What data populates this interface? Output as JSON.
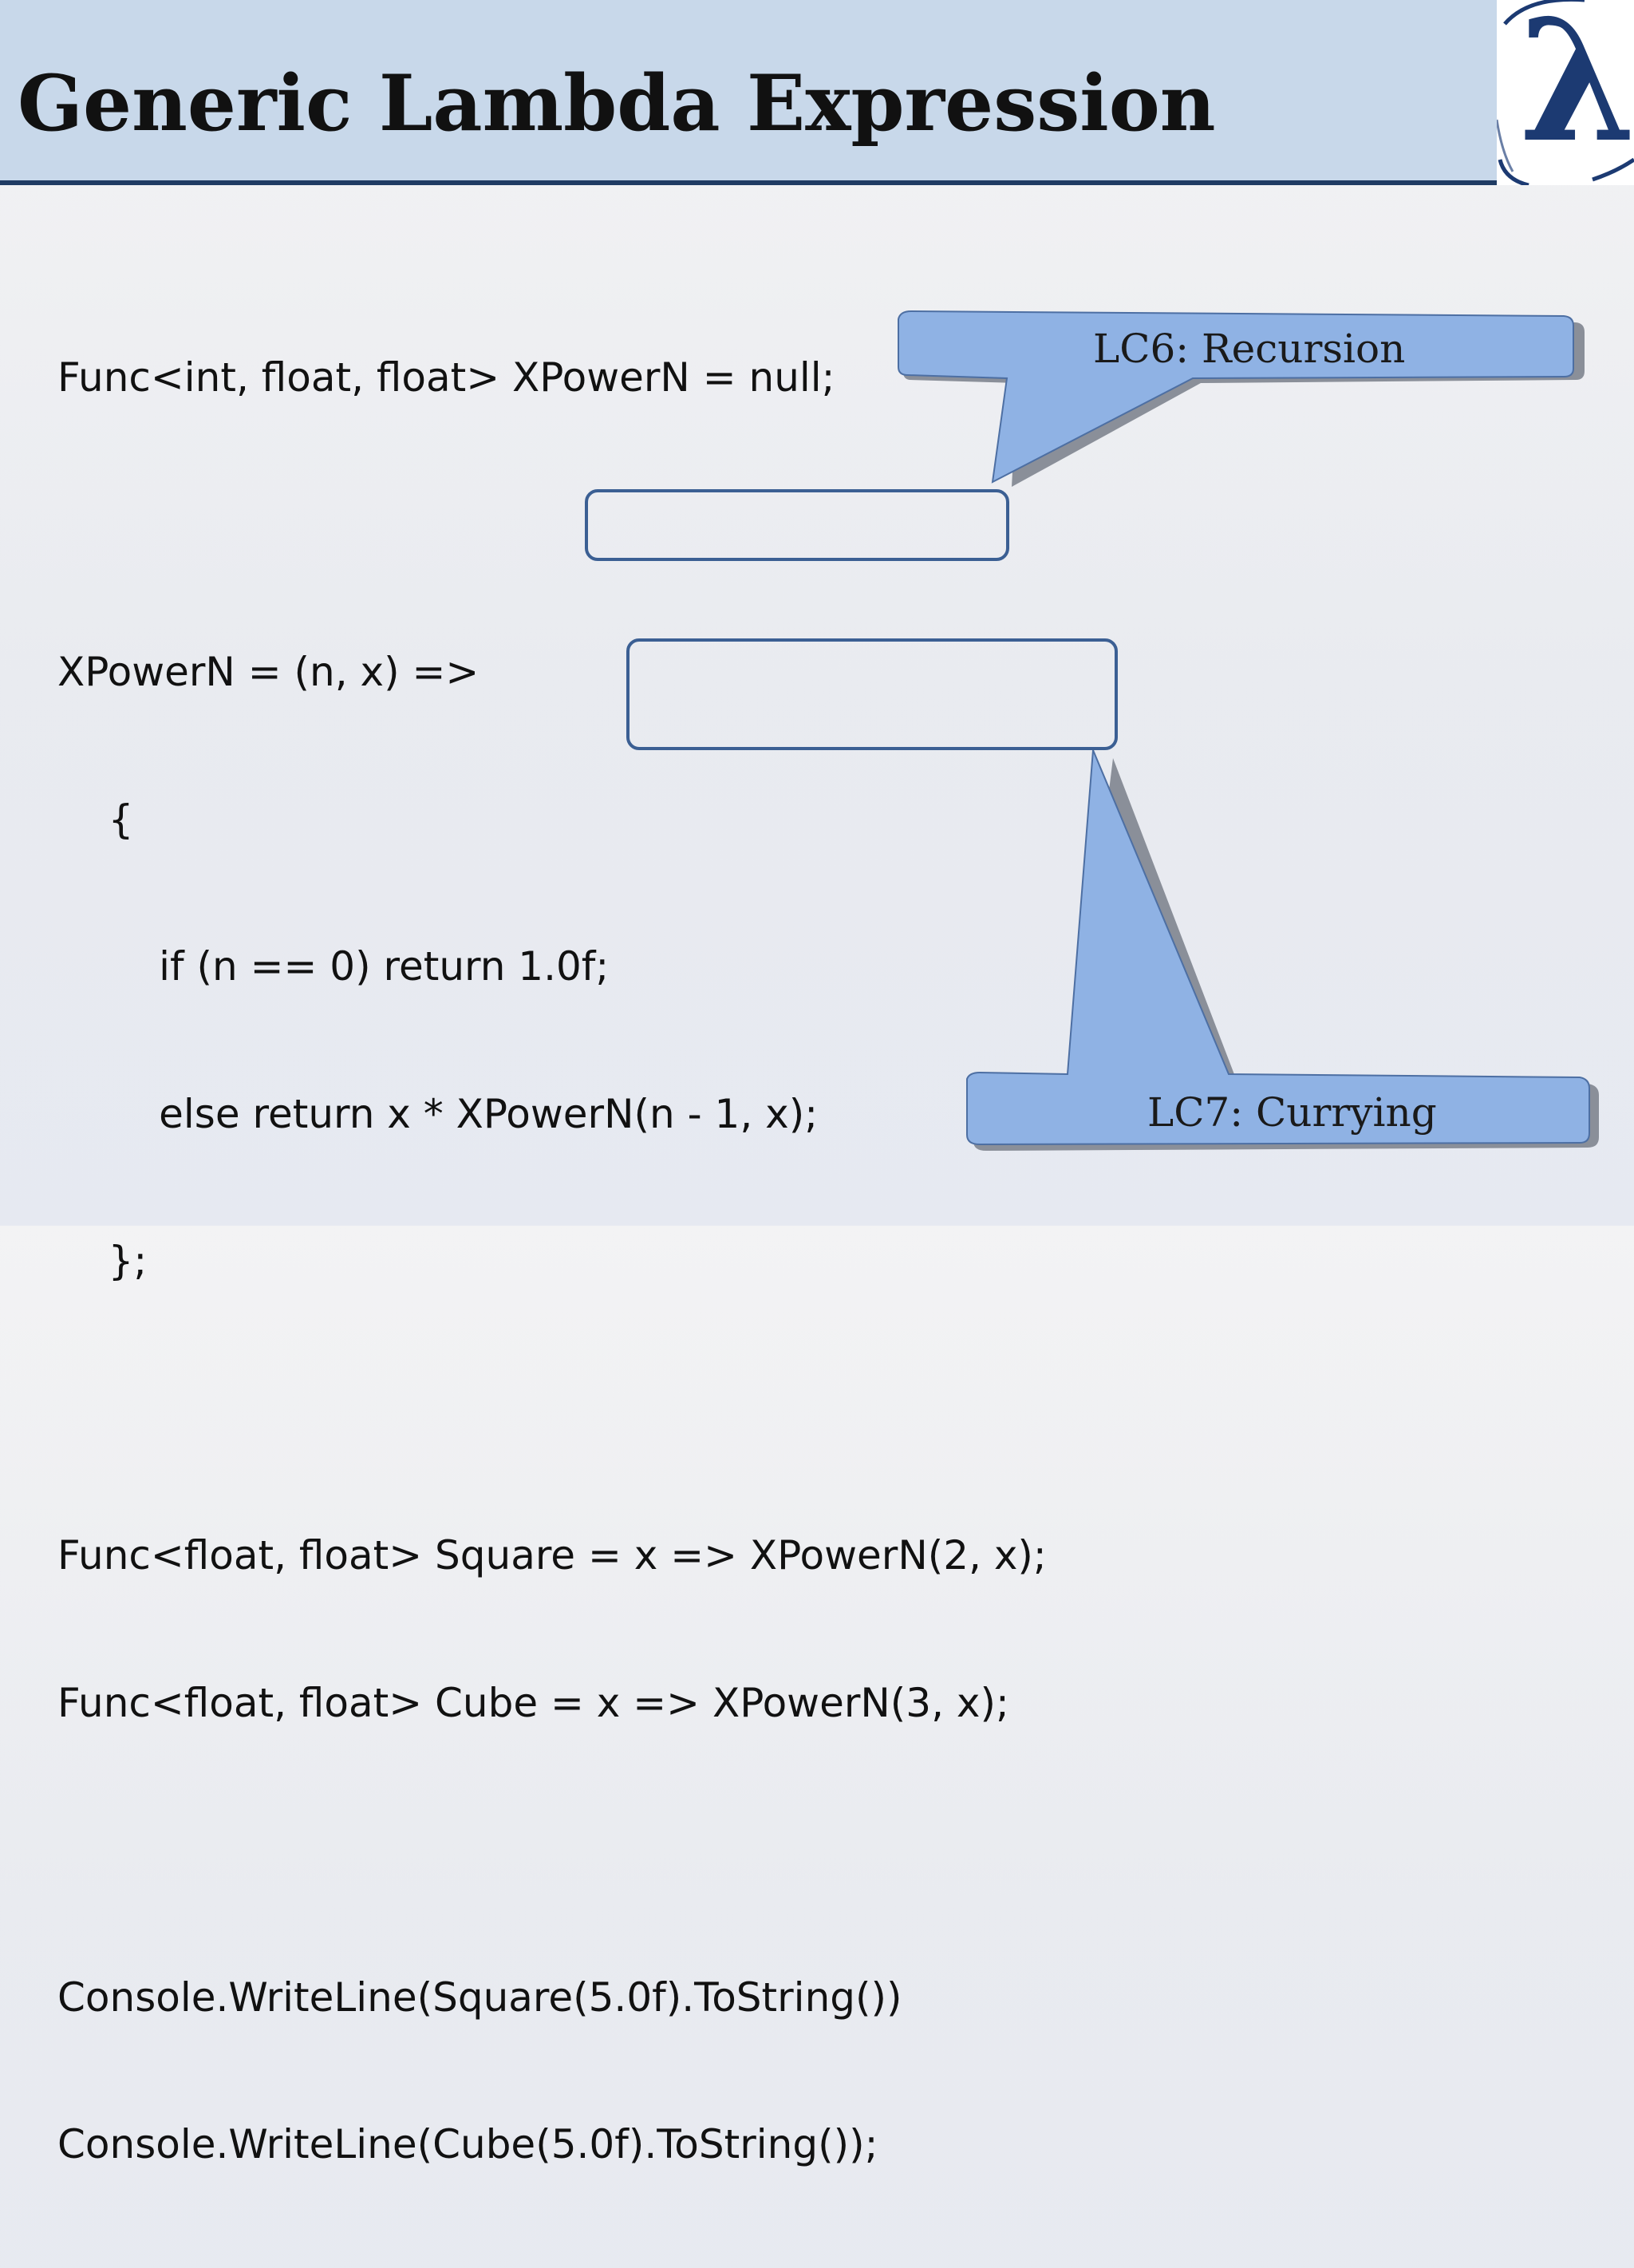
{
  "slide": {
    "title": "Generic Lambda Expression",
    "logo_icon": "lambda-icon",
    "logo_glyph": "λ"
  },
  "code": {
    "lines": [
      "Func<int, float, float> XPowerN = null;",
      "",
      "XPowerN = (n, x) =>",
      "    {",
      "        if (n == 0) return 1.0f;",
      "        else return x * XPowerN(n - 1, x);",
      "    };",
      "",
      "Func<float, float> Square = x => XPowerN(2, x);",
      "Func<float, float> Cube = x => XPowerN(3, x);",
      "",
      "Console.WriteLine(Square(5.0f).ToString())",
      "Console.WriteLine(Cube(5.0f).ToString());"
    ]
  },
  "callouts": {
    "recursion": {
      "label": "LC6: Recursion"
    },
    "currying": {
      "label": "LC7: Currying"
    }
  },
  "colors": {
    "title_band": "#c8d8ea",
    "title_rule": "#1f3b63",
    "callout_fill": "#8fb2e4",
    "callout_shadow": "#8a8f99",
    "highlight_border": "#3b5f93"
  }
}
